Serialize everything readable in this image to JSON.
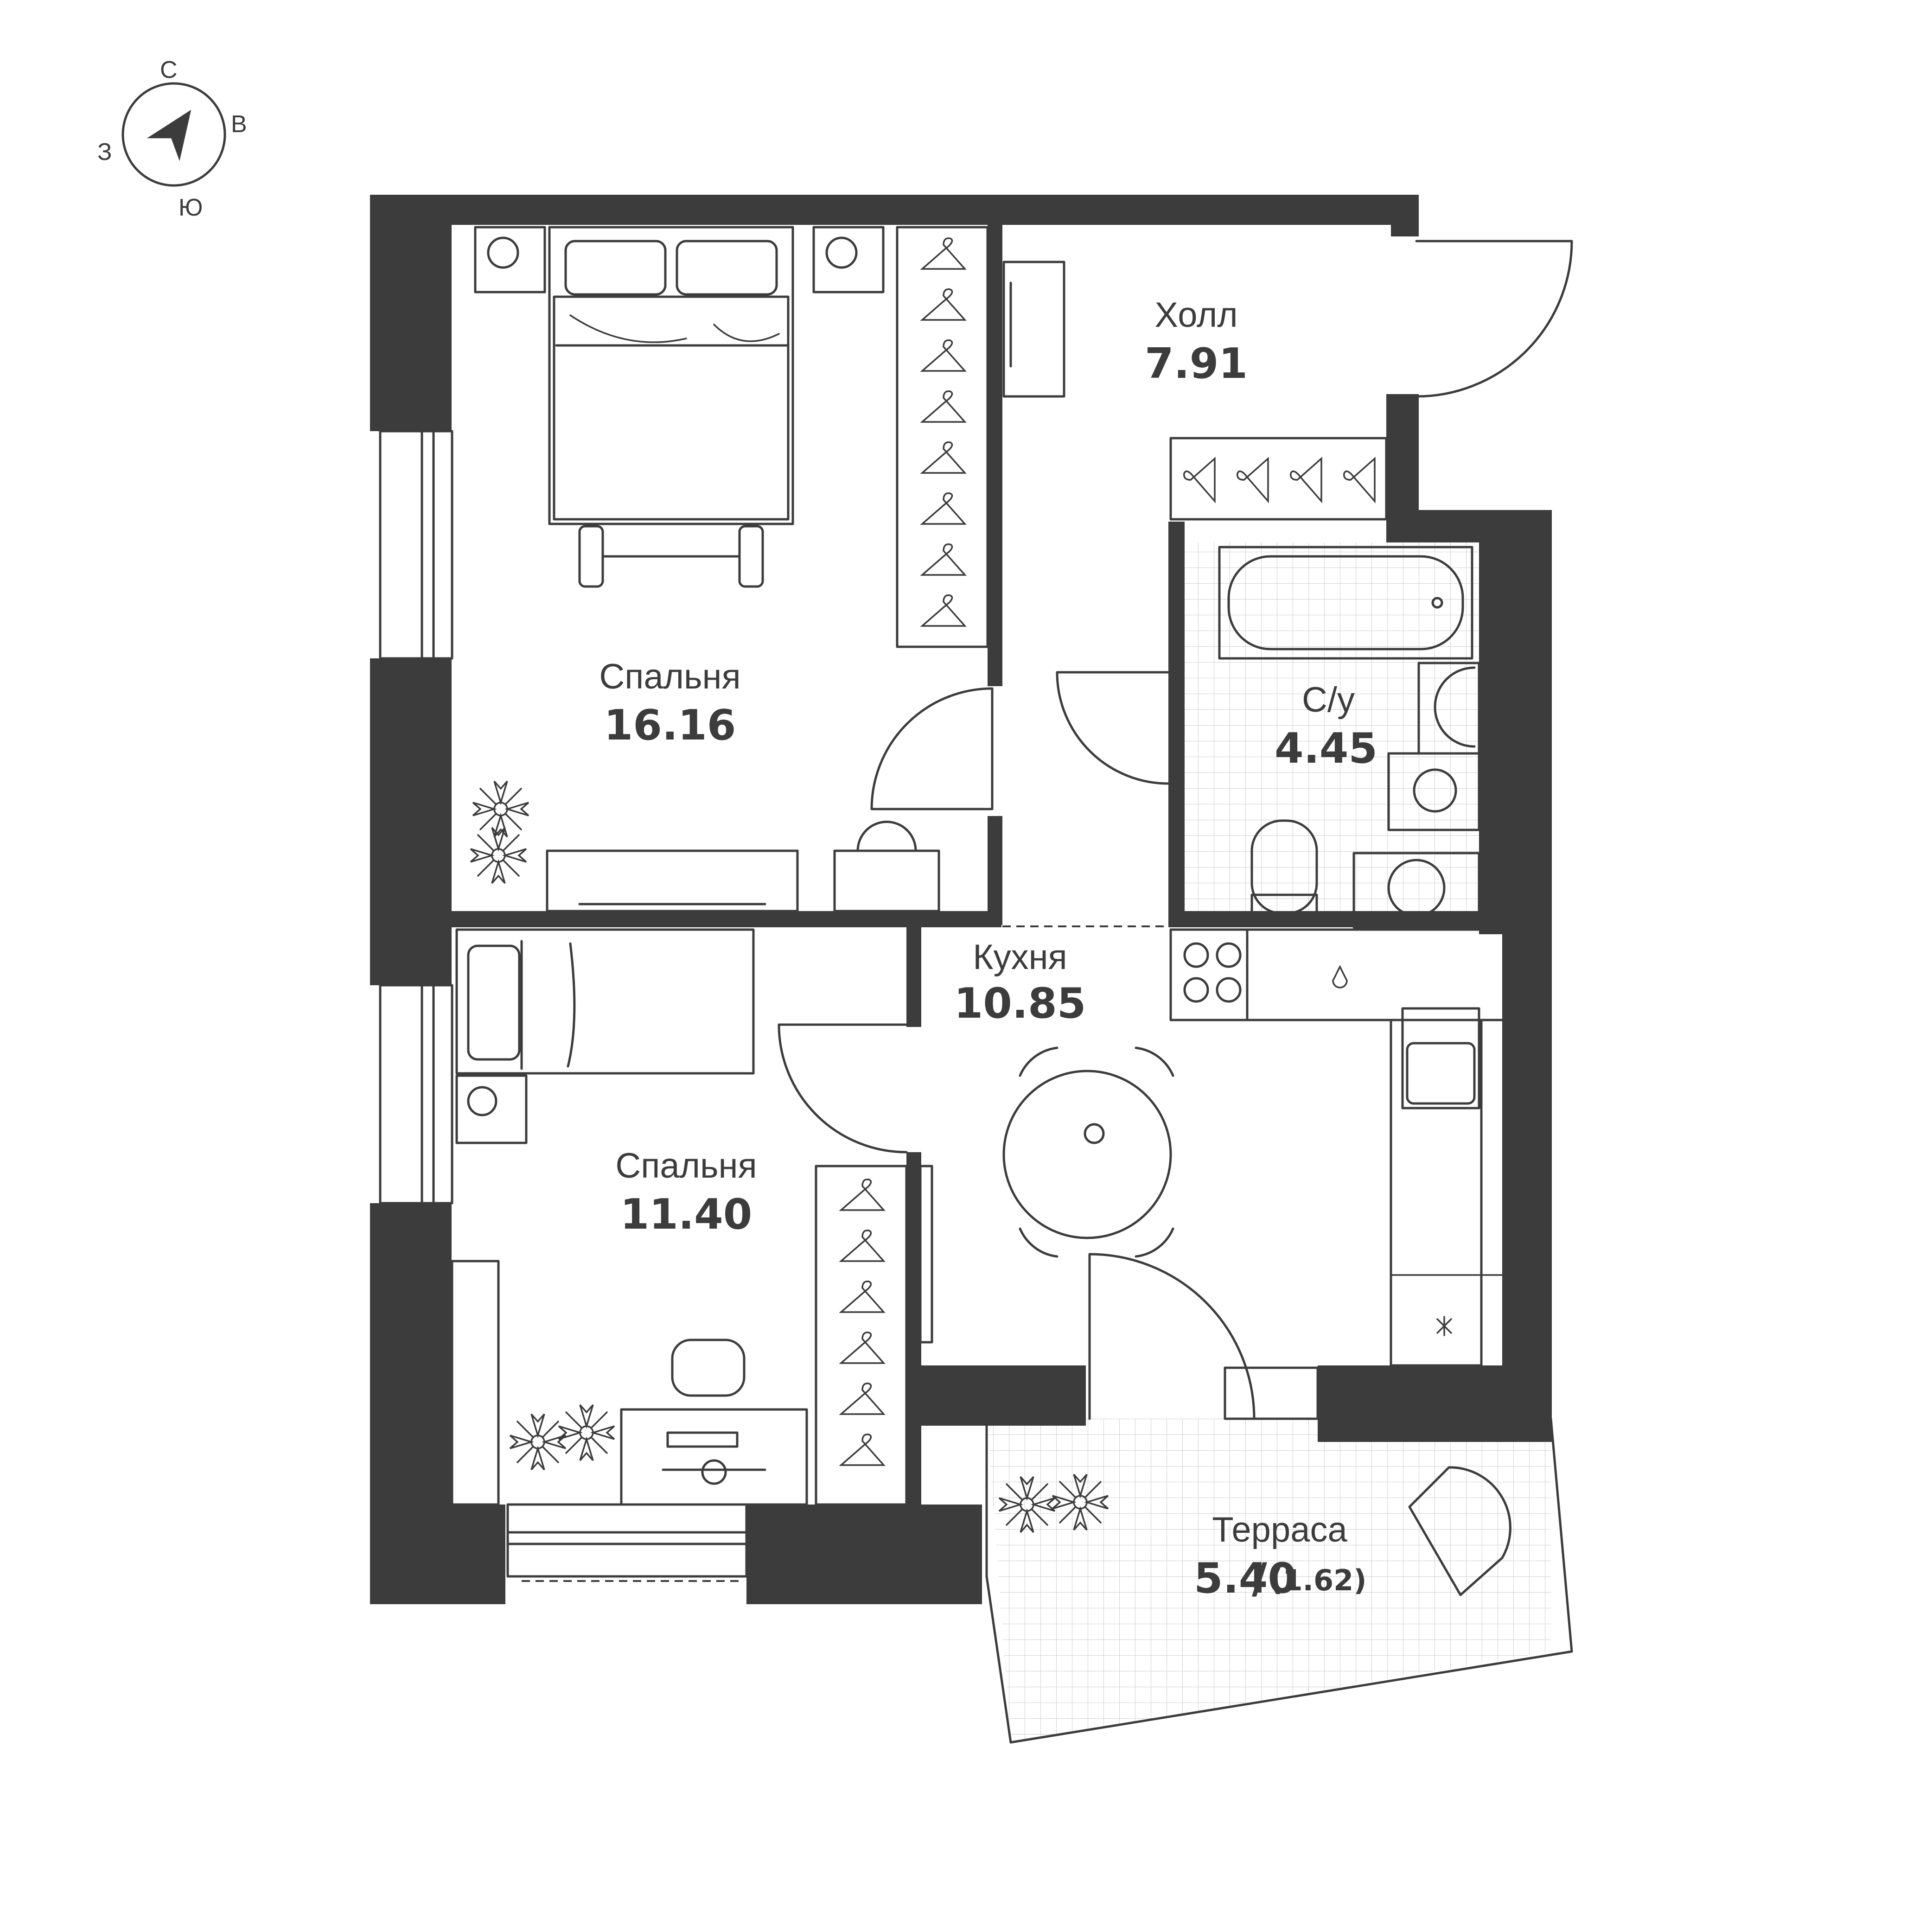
{
  "compass": {
    "north": "С",
    "east": "В",
    "south": "Ю",
    "west": "З"
  },
  "rooms": {
    "bedroom_large": {
      "name": "Спальня",
      "area": "16.16"
    },
    "hall": {
      "name": "Холл",
      "area": "7.91"
    },
    "bathroom": {
      "name": "С/у",
      "area": "4.45"
    },
    "kitchen": {
      "name": "Кухня",
      "area": "10.85"
    },
    "bedroom_small": {
      "name": "Спальня",
      "area": "11.40"
    },
    "terrace": {
      "name": "Терраса",
      "area": "5.40",
      "separator": "/",
      "reduced_area": "(1.62)"
    }
  },
  "colors": {
    "wall": "#3c3c3c",
    "line": "#3c3c3c",
    "tile": "#d0d0d0",
    "background": "#ffffff"
  }
}
